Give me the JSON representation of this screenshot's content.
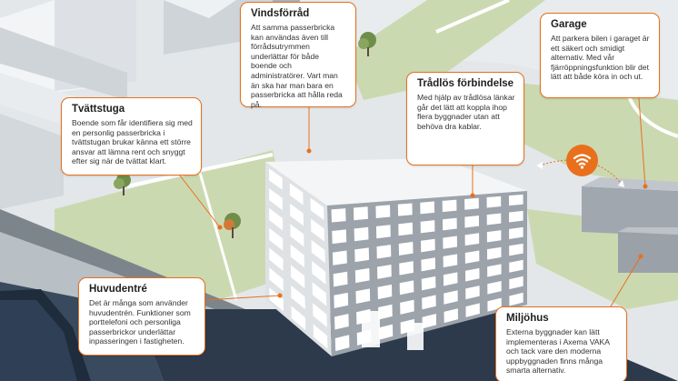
{
  "callouts": {
    "vind": {
      "title": "Vindsförråd",
      "body": "Att samma passerbricka kan användas även till förrådsutrymmen underlättar för både boende och administratörer. Vart man än ska har man bara en passerbricka att hålla reda på."
    },
    "garage": {
      "title": "Garage",
      "body": "Att parkera bilen i garaget är ett säkert och smidigt alternativ. Med vår fjärröppningsfunktion blir det lätt att både köra in och ut."
    },
    "tradlos": {
      "title": "Trådlös förbindelse",
      "body": "Med hjälp av trådlösa länkar går det lätt att koppla ihop flera byggnader utan att behöva dra kablar."
    },
    "tvatt": {
      "title": "Tvättstuga",
      "body": "Boende som får identifiera sig med en personlig passerbricka i tvättstugan brukar känna ett större ansvar att lämna rent och snyggt efter sig när de tvättat klart."
    },
    "huvud": {
      "title": "Huvudentré",
      "body": "Det är många som använder huvudentrén. Funktioner som porttelefoni och personliga passerbrickor underlättar inpasseringen i fastigheten."
    },
    "miljo": {
      "title": "Miljöhus",
      "body": "Externa byggnader kan lätt implementeras i Axema VAKA och tack vare den moderna uppbyggnaden finns många smarta alternativ."
    }
  },
  "icons": {
    "wifi": "wifi-icon"
  },
  "colors": {
    "accent": "#e8701c",
    "grass": "#cbd9b1",
    "road": "#2c3a4c",
    "building_light": "#eef0f2",
    "building_dark": "#9aa1a8"
  }
}
